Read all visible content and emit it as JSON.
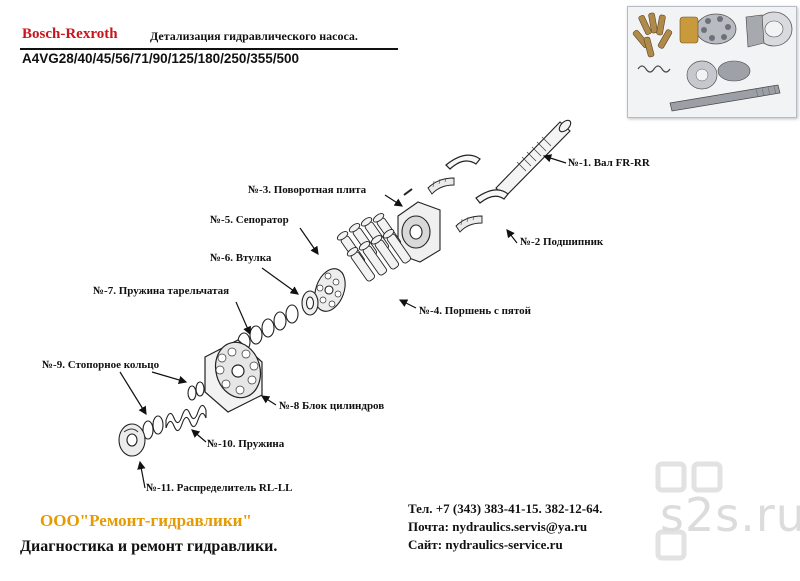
{
  "header": {
    "brand": "Bosch-Rexroth",
    "subtitle": "Детализация гидравлического насоса.",
    "models": "A4VG28/40/45/56/71/90/125/180/250/355/500"
  },
  "callouts": [
    {
      "id": "shaft",
      "text": "№-1. Вал FR-RR"
    },
    {
      "id": "bearing",
      "text": "№-2 Подшипник"
    },
    {
      "id": "swashplate",
      "text": "№-3. Поворотная плита"
    },
    {
      "id": "piston",
      "text": "№-4. Поршень с пятой"
    },
    {
      "id": "separator",
      "text": "№-5. Сепоратор"
    },
    {
      "id": "bushing",
      "text": "№-6. Втулка"
    },
    {
      "id": "disc-spring",
      "text": "№-7. Пружина тарельчатая"
    },
    {
      "id": "cylinder-block",
      "text": "№-8 Блок цилиндров"
    },
    {
      "id": "retaining-ring",
      "text": "№-9. Стопорное кольцо"
    },
    {
      "id": "spring",
      "text": "№-10. Пружина"
    },
    {
      "id": "valve-plate",
      "text": "№-11. Распределитель RL-LL"
    }
  ],
  "footer": {
    "company": "ООО\"Ремонт-гидравлики\"",
    "tagline": "Диагностика и ремонт гидравлики.",
    "phone": "Тел. +7 (343) 383-41-15. 382-12-64.",
    "email": "Почта: nydraulics.servis@ya.ru",
    "site": "Сайт: nydraulics-service.ru"
  },
  "watermark": "s2s.ru",
  "colors": {
    "brand": "#c8141b",
    "company": "#e59a00",
    "text": "#111111"
  }
}
